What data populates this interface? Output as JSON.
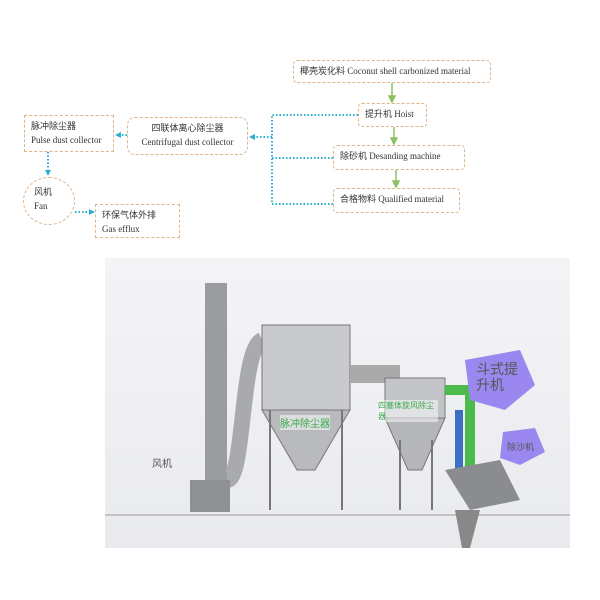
{
  "flow": {
    "coconut": "椰壳炭化料 Coconut shell carbonized material",
    "hoist": "提升机 Hoist",
    "desanding": "除砂机 Desanding machine",
    "qualified": "合格物料 Qualified material",
    "centrifugal_cn": "四联体离心除尘器",
    "centrifugal_en": "Centrifugal dust collector",
    "pulse_cn": "脉冲除尘器",
    "pulse_en": "Pulse dust collector",
    "fan_cn": "风机",
    "fan_en": "Fan",
    "gas_cn": "环保气体外排",
    "gas_en": "Gas efflux"
  },
  "photo": {
    "fan_label": "风机",
    "pulse_label": "脉冲除尘器",
    "cyclone_label": "四塞体旋风除尘器",
    "hoist_callout": "斗式提升机",
    "desander_callout": "除沙机"
  },
  "colors": {
    "box_border": "#e0b48a",
    "dotted": "#2ab0d0",
    "arrow_green": "#8cc060",
    "callout": "#9b87f0"
  }
}
